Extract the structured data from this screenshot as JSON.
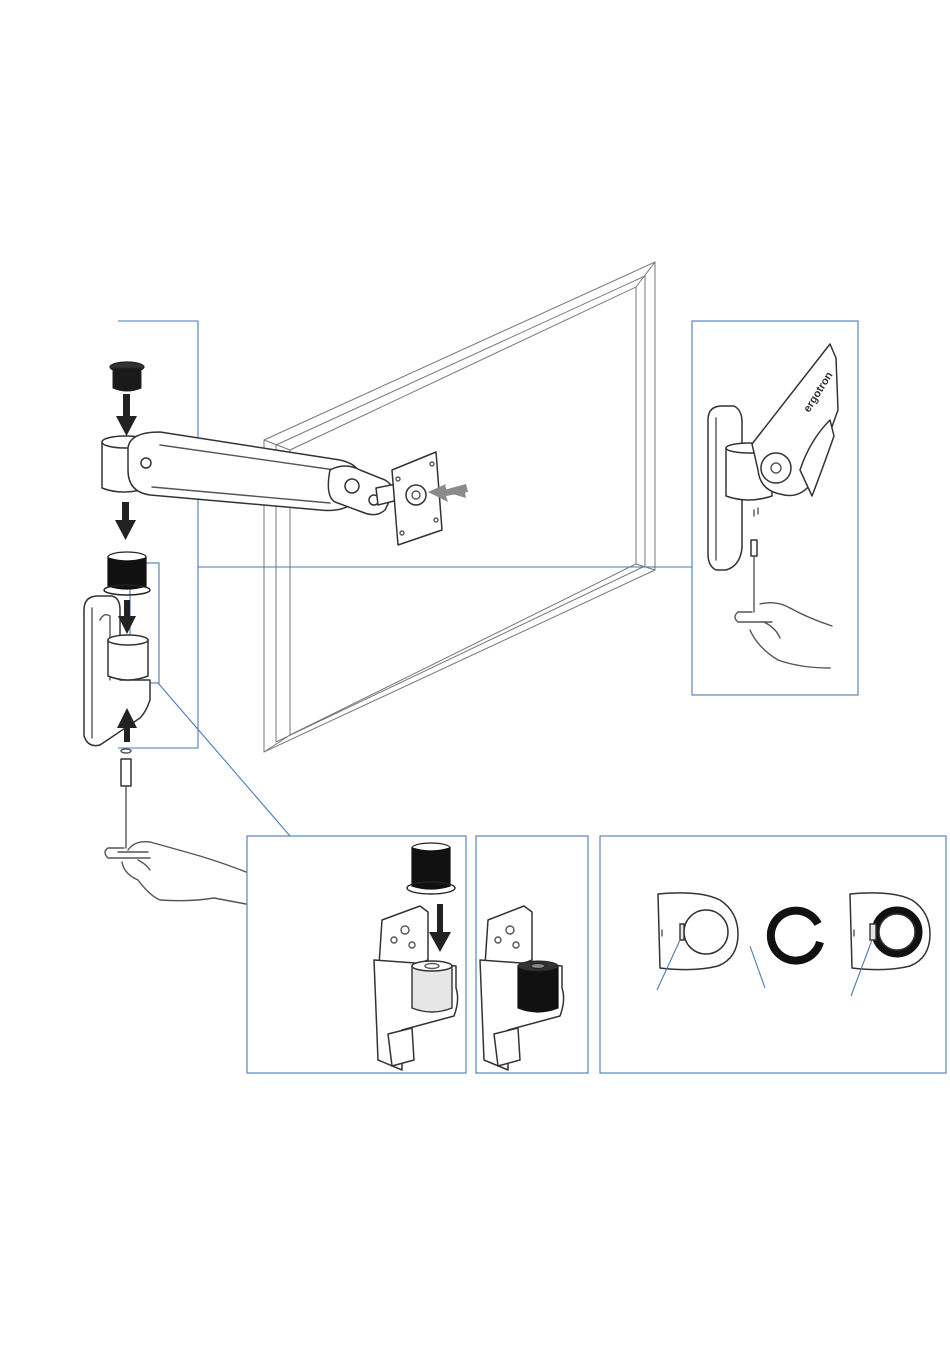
{
  "figure": {
    "brand_logo": "ergotron",
    "callout_color": "#4a7ab8",
    "arrow_color": "#222222",
    "bushing_color": "#111111"
  },
  "panels": [
    {
      "id": "main-assembly"
    },
    {
      "id": "detail-collar-tightening"
    },
    {
      "id": "detail-bushing-insert-grey"
    },
    {
      "id": "detail-bushing-insert-black"
    },
    {
      "id": "detail-ring-fit"
    }
  ]
}
